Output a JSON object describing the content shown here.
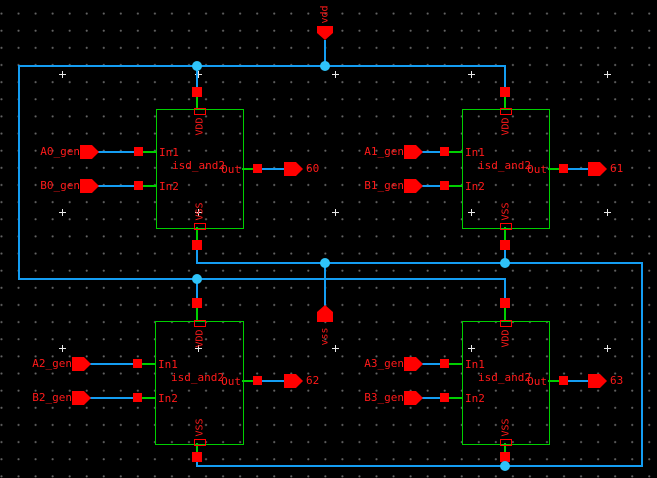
{
  "app": {
    "view": "schematic-editor-canvas"
  },
  "colors": {
    "wire": "#149df2",
    "junction": "#2fc3f8",
    "symbol": "#00cf00",
    "annotation": "#ff0000",
    "background": "#000000"
  },
  "power_pins": {
    "vdd_label": "vdd",
    "vss_label": "vss"
  },
  "instances": [
    {
      "cell": "isd_and2",
      "input_a": "A0_gen",
      "input_b": "B0_gen",
      "output": "60",
      "pins": {
        "in1": "In1",
        "in2": "In2",
        "out": "Out",
        "vdd": "VDD",
        "vss": "VSS"
      }
    },
    {
      "cell": "isd_and2",
      "input_a": "A1_gen",
      "input_b": "B1_gen",
      "output": "61",
      "pins": {
        "in1": "In1",
        "in2": "In2",
        "out": "Out",
        "vdd": "VDD",
        "vss": "VSS"
      }
    },
    {
      "cell": "isd_and2",
      "input_a": "A2_gen",
      "input_b": "B2_gen",
      "output": "62",
      "pins": {
        "in1": "In1",
        "in2": "In2",
        "out": "Out",
        "vdd": "VDD",
        "vss": "VSS"
      }
    },
    {
      "cell": "isd_and2",
      "input_a": "A3_gen",
      "input_b": "B3_gen",
      "output": "63",
      "pins": {
        "in1": "In1",
        "in2": "In2",
        "out": "Out",
        "vdd": "VDD",
        "vss": "VSS"
      }
    }
  ]
}
